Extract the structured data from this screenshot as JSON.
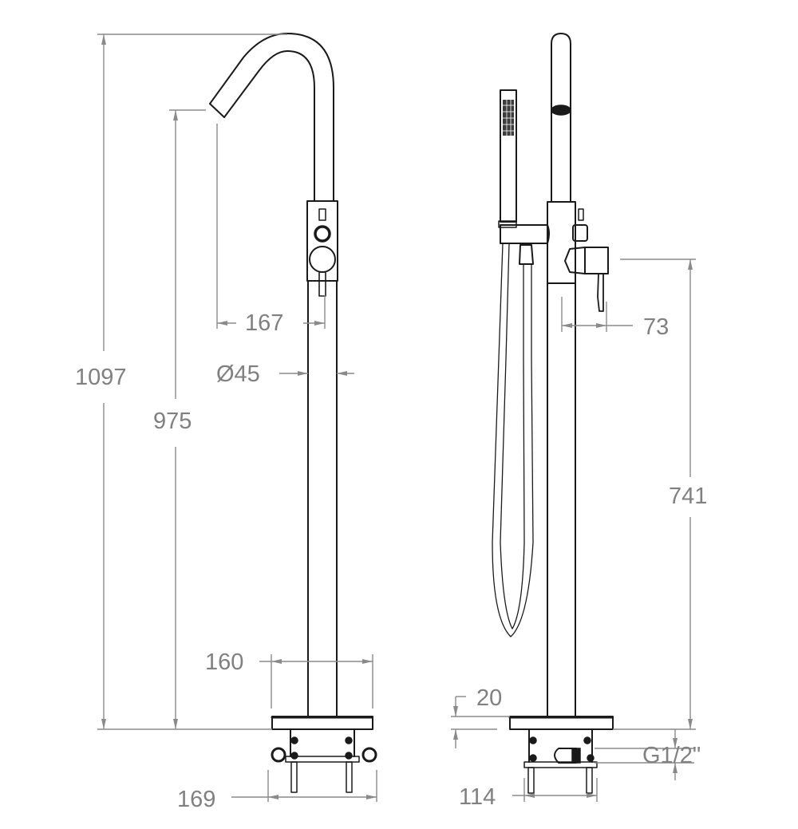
{
  "drawing": {
    "subject": "Freestanding bath mixer with hand shower",
    "views": [
      {
        "name": "front-view",
        "label": ""
      },
      {
        "name": "side-view",
        "label": ""
      }
    ]
  },
  "dimensions": {
    "total_height": "1097",
    "spout_height": "975",
    "spout_reach": "167",
    "column_diameter": "Ø45",
    "base_plate_width": "160",
    "fixing_width": "169",
    "mixer_body_height": "741",
    "lever_projection": "73",
    "base_plate_thickness": "20",
    "inlet_thread": "G1/2\"",
    "fixing_depth": "114"
  },
  "colors": {
    "object_line": "#1a1a1a",
    "dimension_line": "#8a8a8a",
    "dimension_text": "#808080",
    "background": "#ffffff"
  }
}
